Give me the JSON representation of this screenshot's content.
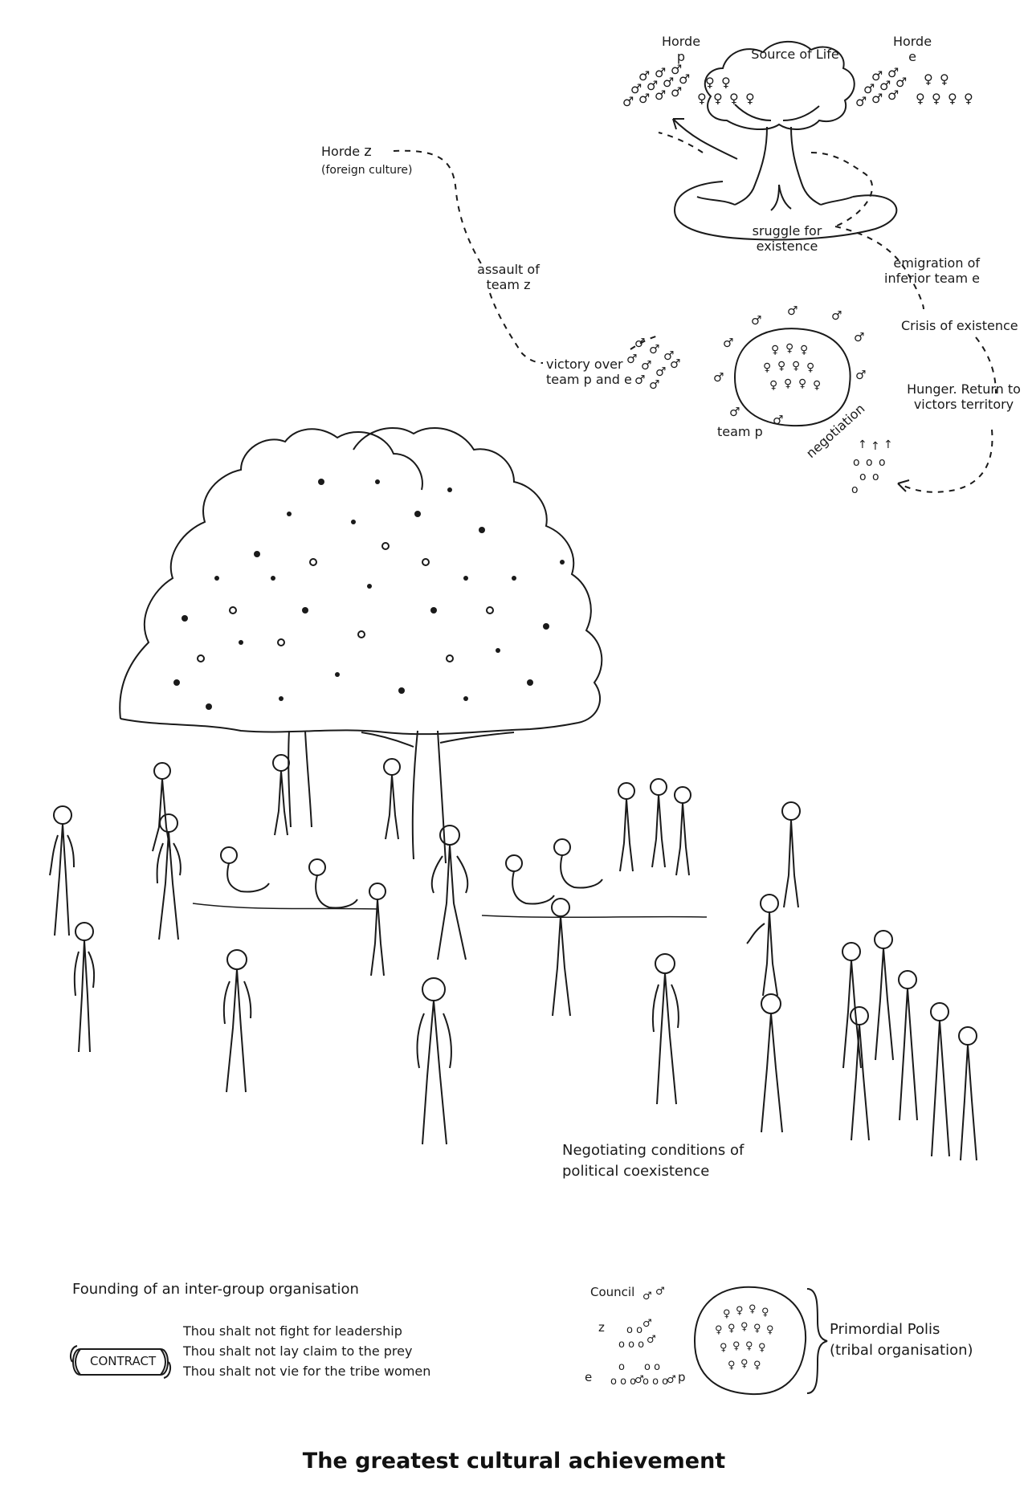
{
  "horde_p": {
    "name": "Horde",
    "letter": "p"
  },
  "horde_e": {
    "name": "Horde",
    "letter": "e"
  },
  "source_of_life": "Source of Life",
  "struggle": "sruggle for existence",
  "emigration": "emigration of inferior team e",
  "crisis": "Crisis of existence",
  "hunger": "Hunger. Return to victors territory",
  "negotiation": "negotiation",
  "team_p": "team p",
  "horde_z": {
    "name": "Horde",
    "letter": "z",
    "subtitle": "(foreign culture)"
  },
  "assault": "assault of team z",
  "victory": "victory over team p and e",
  "negotiating_caption": "Negotiating conditions of political coexistence",
  "founding": "Founding of an inter-group organisation",
  "contract": {
    "label": "CONTRACT",
    "rules": [
      "Thou shalt not fight for leadership",
      "Thou shalt not lay claim to the prey",
      "Thou shalt not vie for the tribe women"
    ]
  },
  "council": {
    "label": "Council",
    "z": "z",
    "e": "e",
    "p": "p"
  },
  "primordial_polis": {
    "line1": "Primordial Polis",
    "line2": "(tribal organisation)"
  },
  "footer_title": "The greatest cultural achievement",
  "symbols": {
    "male": "♂",
    "female": "♀"
  }
}
